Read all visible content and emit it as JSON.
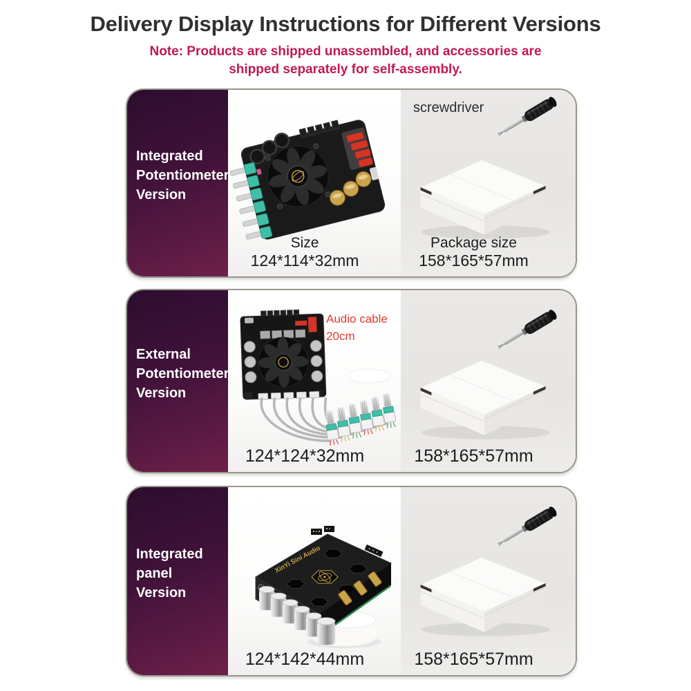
{
  "header": {
    "title": "Delivery Display Instructions for Different Versions",
    "note_line1": "Note: Products are shipped unassembled, and accessories are",
    "note_line2": "shipped separately for self-assembly."
  },
  "colors": {
    "title_text": "#303030",
    "note_text": "#bf1a4e",
    "sidebar_gradient_top": "#2c0d2e",
    "sidebar_gradient_bottom": "#6d2049",
    "panel_border": "#99968a",
    "package_area_bg": "#e8e6e3",
    "annotation_red": "#e03b2d",
    "caption_text": "#1b1b1b",
    "pot_teal": "#3fbfa8",
    "terminal_red": "#d43527",
    "brand_gold": "#c9a24a"
  },
  "sections": [
    {
      "id": "integrated-potentiometer",
      "label_lines": [
        "Integrated",
        "Potentiometer",
        "Version"
      ],
      "product": {
        "size_label": "Size",
        "size_value": "124*114*32mm"
      },
      "package": {
        "accessory_label": "screwdriver",
        "package_label": "Package size",
        "package_value": "158*165*57mm"
      }
    },
    {
      "id": "external-potentiometer",
      "label_lines": [
        "External",
        "Potentiometer",
        "Version"
      ],
      "product": {
        "annotation_line1": "Audio cable",
        "annotation_line2": "20cm",
        "size_value": "124*124*32mm"
      },
      "package": {
        "package_value": "158*165*57mm"
      }
    },
    {
      "id": "integrated-panel",
      "label_lines": [
        "Integrated",
        "panel",
        "Version"
      ],
      "product": {
        "board_brand": "XinYi Sini Audio",
        "size_value": "124*142*44mm"
      },
      "package": {
        "package_value": "158*165*57mm"
      }
    }
  ]
}
